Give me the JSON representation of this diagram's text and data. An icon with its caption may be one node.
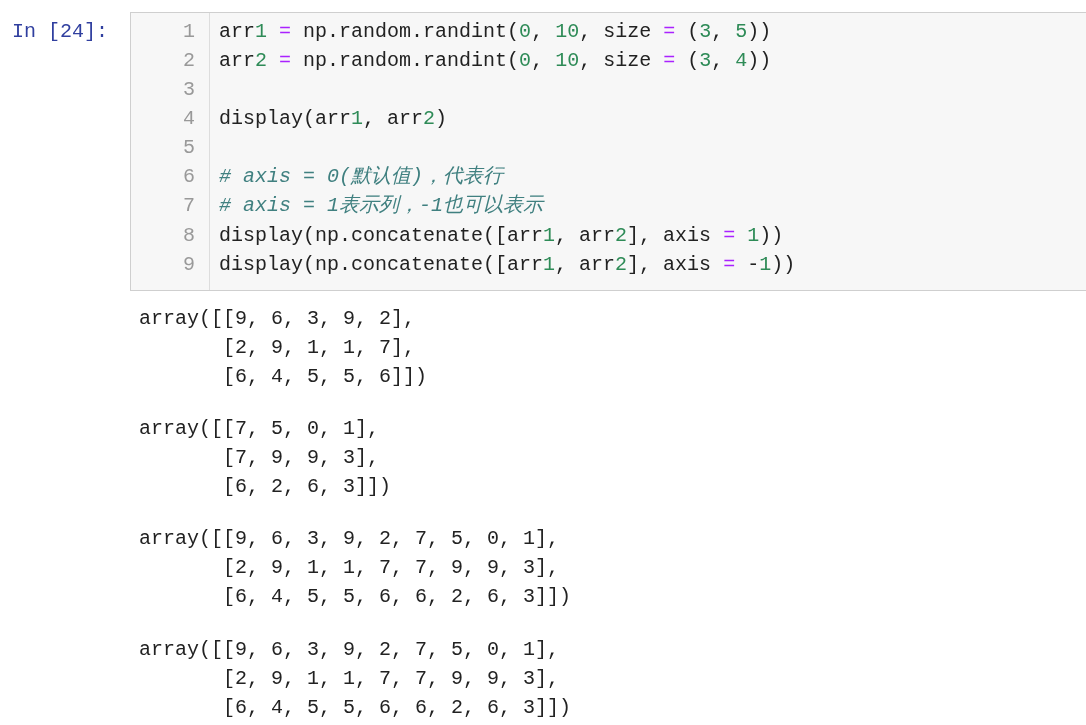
{
  "diagram": {
    "labels": [
      "In [24]:",
      "1",
      "arr1 = np.random.randint(0, 10, size = (3, 5))",
      "2",
      "arr2 = np.random.randint(0, 10, size = (3, 4))",
      "3",
      "4",
      "display(arr1, arr2)",
      "5",
      "6",
      "# axis = 0(默认值)，代表行",
      "7",
      "# axis = 1表示列，-1也可以表示",
      "8",
      "display(np.concatenate([arr1, arr2], axis = 1))",
      "9",
      "display(np.concatenate([arr1, arr2], axis = -1))",
      "array([[9, 6, 3, 9, 2],",
      "[2, 9, 1, 1, 7],",
      "[6, 4, 5, 5, 6]])",
      "array([[7, 5, 0, 1],",
      "[7, 9, 9, 3],",
      "[6, 2, 6, 3]])",
      "array([[9, 6, 3, 9, 2, 7, 5, 0, 1],",
      "[2, 9, 1, 1, 7, 7, 9, 9, 3],",
      "[6, 4, 5, 5, 6, 6, 2, 6, 3]])",
      "array([[9, 6, 3, 9, 2, 7, 5, 0, 1],",
      "[2, 9, 1, 1, 7, 7, 9, 9, 3],",
      "[6, 4, 5, 5, 6, 6, 2, 6, 3]])"
    ]
  }
}
